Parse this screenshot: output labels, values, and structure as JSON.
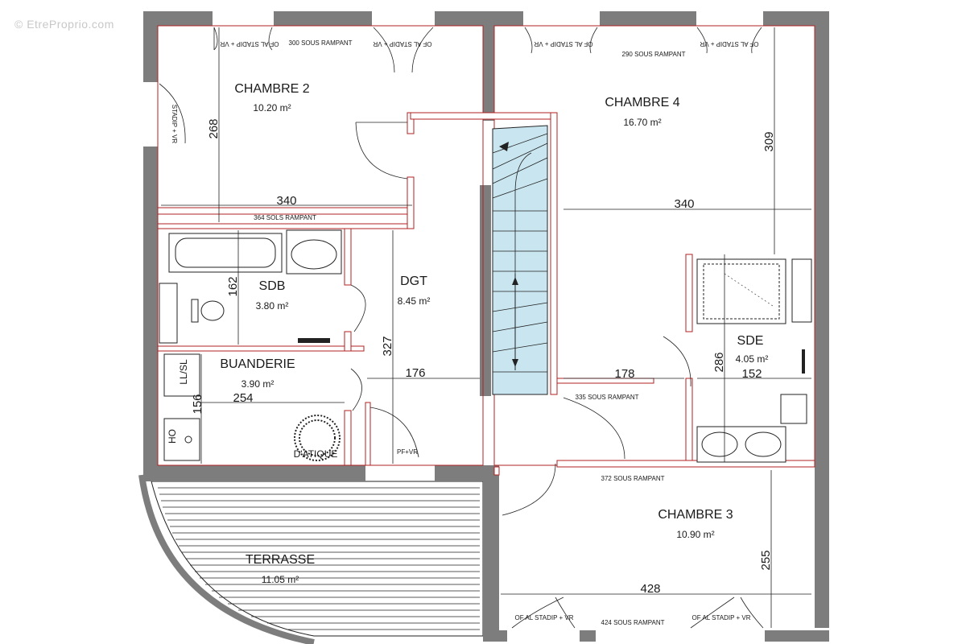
{
  "watermark": "© EtreProprio.com",
  "rooms": {
    "chambre2": {
      "name": "CHAMBRE 2",
      "area": "10.20 m²"
    },
    "chambre4": {
      "name": "CHAMBRE 4",
      "area": "16.70 m²"
    },
    "sdb": {
      "name": "SDB",
      "area": "3.80 m²"
    },
    "dgt": {
      "name": "DGT",
      "area": "8.45 m²"
    },
    "buanderie": {
      "name": "BUANDERIE",
      "area": "3.90 m²"
    },
    "sde": {
      "name": "SDE",
      "area": "4.05 m²"
    },
    "chambre3": {
      "name": "CHAMBRE 3",
      "area": "10.90 m²"
    },
    "terrasse": {
      "name": "TERRASSE",
      "area": "11.05 m²"
    }
  },
  "dimensions": {
    "c2_height": "268",
    "c2_width": "340",
    "c4_width": "340",
    "c4_height": "309",
    "sdb_height": "162",
    "dgt_height": "327",
    "dgt_width": "176",
    "c4_bottom": "178",
    "sde_height": "286",
    "sde_width": "152",
    "buand_width": "254",
    "buand_height": "156",
    "c3_width": "428",
    "c3_height": "255"
  },
  "labels": {
    "sous_rampant_300": "300 SOUS RAMPANT",
    "sous_rampant_290": "290 SOUS RAMPANT",
    "sous_rampant_364": "364 SOLS RAMPANT",
    "sous_rampant_335": "335 SOUS RAMPANT",
    "sous_rampant_372": "372 SOUS RAMPANT",
    "sous_rampant_424": "424 SOUS RAMPANT",
    "window_top_left": "OF AL STADIP + VR",
    "window_top_mid": "OF AL STADIP + VR",
    "window_c4_left": "OF AL STADIP + VR",
    "window_c4_right": "OF AL STADIP + VR",
    "window_side": "STADIP + VR",
    "window_c3_left": "OF AL STADIP + VR",
    "window_c3_right": "OF AL STADIP + VR",
    "pf_vr": "PF+VR",
    "ll_sl": "LL/SL",
    "ho": "HO",
    "chaudiere": "D'ATIQUE"
  }
}
